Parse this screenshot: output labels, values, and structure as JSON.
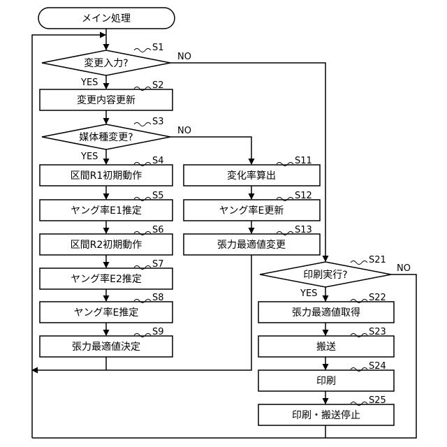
{
  "start": {
    "label": "メイン処理"
  },
  "steps": {
    "s1": {
      "ref": "S1",
      "label": "変更入力?"
    },
    "s2": {
      "ref": "S2",
      "label": "変更内容更新"
    },
    "s3": {
      "ref": "S3",
      "label": "媒体種変更?"
    },
    "s4": {
      "ref": "S4",
      "label": "区間R1初期動作"
    },
    "s5": {
      "ref": "S5",
      "label": "ヤング率E1推定"
    },
    "s6": {
      "ref": "S6",
      "label": "区間R2初期動作"
    },
    "s7": {
      "ref": "S7",
      "label": "ヤング率E2推定"
    },
    "s8": {
      "ref": "S8",
      "label": "ヤング率E推定"
    },
    "s9": {
      "ref": "S9",
      "label": "張力最適値決定"
    },
    "s11": {
      "ref": "S11",
      "label": "変化率算出"
    },
    "s12": {
      "ref": "S12",
      "label": "ヤング率E更新"
    },
    "s13": {
      "ref": "S13",
      "label": "張力最適値変更"
    },
    "s21": {
      "ref": "S21",
      "label": "印刷実行?"
    },
    "s22": {
      "ref": "S22",
      "label": "張力最適値取得"
    },
    "s23": {
      "ref": "S23",
      "label": "搬送"
    },
    "s24": {
      "ref": "S24",
      "label": "印刷"
    },
    "s25": {
      "ref": "S25",
      "label": "印刷・搬送停止"
    }
  },
  "branches": {
    "s1_yes": "YES",
    "s1_no": "NO",
    "s3_yes": "YES",
    "s3_no": "NO",
    "s21_yes": "YES",
    "s21_no": "NO"
  }
}
